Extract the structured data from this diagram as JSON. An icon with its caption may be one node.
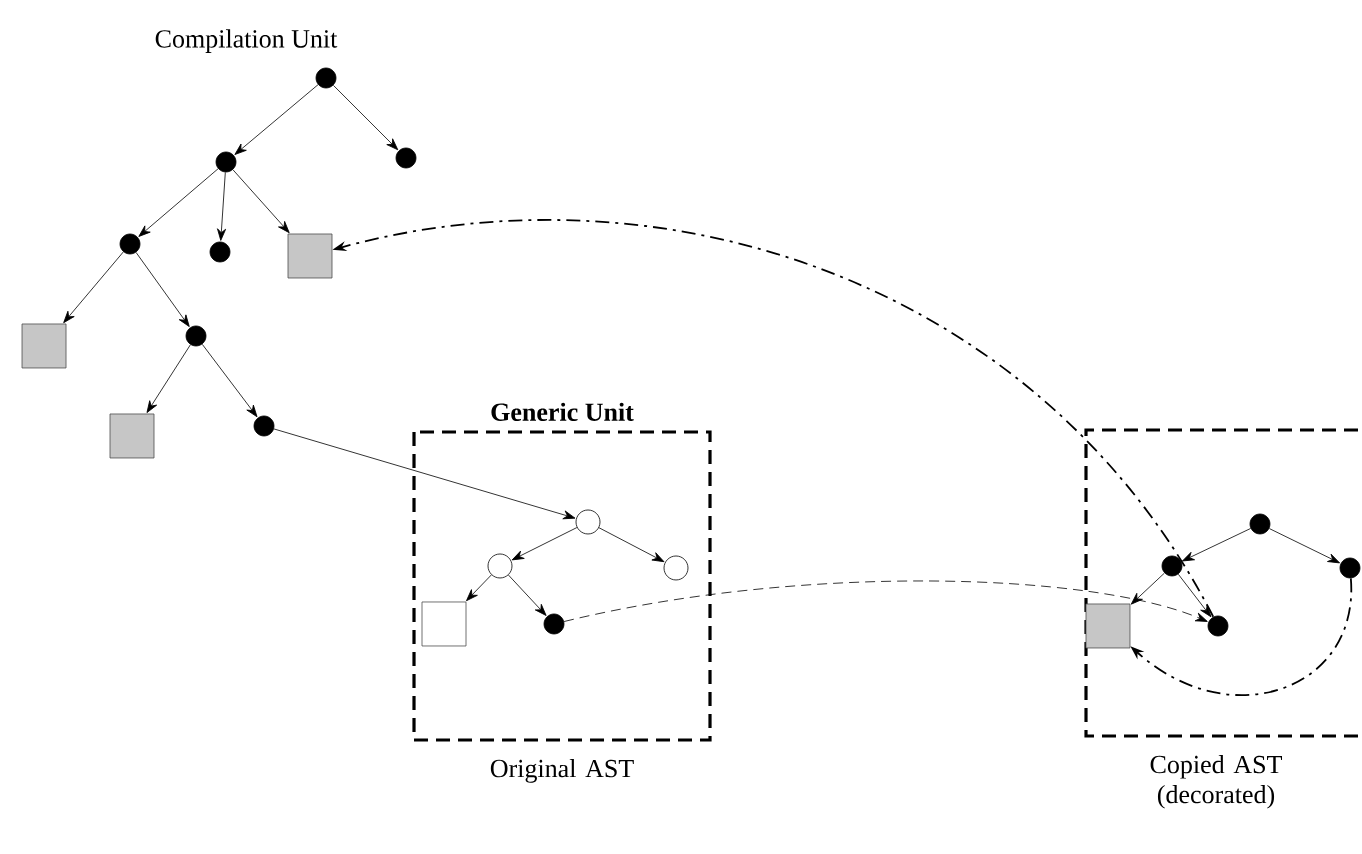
{
  "diagram": {
    "nodes": [
      {
        "text": [],
        "shape": "dot",
        "beside": [
          "Compilation Unit"
        ]
      },
      {
        "text": [],
        "shape": "dot"
      },
      {
        "text": [],
        "shape": "dot"
      },
      {
        "text": [],
        "shape": "dot"
      },
      {
        "text": [],
        "shape": "dot"
      },
      {
        "text": [],
        "shape": "box"
      },
      {
        "text": [],
        "shape": "box"
      },
      {
        "text": [],
        "shape": "dot"
      },
      {
        "text": [],
        "shape": "box"
      },
      {
        "text": [],
        "shape": "dot"
      },
      {
        "text": [
          "Generic Unit"
        ],
        "beside": [
          "Original AST"
        ]
      },
      {
        "text": [],
        "shape": "circle",
        "in": 10
      },
      {
        "text": [],
        "shape": "circle",
        "in": 10
      },
      {
        "text": [],
        "shape": "circle",
        "in": 10
      },
      {
        "text": [],
        "shape": "box",
        "in": 10
      },
      {
        "text": [],
        "shape": "dot",
        "in": 10
      },
      {
        "text": [],
        "shape": "box",
        "beside": [
          "Copied AST (decorated)"
        ]
      },
      {
        "text": [],
        "shape": "dot",
        "in": 16
      },
      {
        "text": [],
        "shape": "dot",
        "in": 16
      },
      {
        "text": [],
        "shape": "dot",
        "in": 16
      },
      {
        "text": [],
        "shape": "box",
        "in": 16
      },
      {
        "text": [],
        "shape": "dot",
        "in": 16
      }
    ],
    "edges": [
      {
        "from": 0,
        "to": 1,
        "arrow": "to"
      },
      {
        "from": 0,
        "to": 2,
        "arrow": "to"
      },
      {
        "from": 1,
        "to": 3,
        "arrow": "to"
      },
      {
        "from": 1,
        "to": 4,
        "arrow": "to"
      },
      {
        "from": 1,
        "to": 5,
        "arrow": "to"
      },
      {
        "from": 3,
        "to": 6,
        "arrow": "to"
      },
      {
        "from": 3,
        "to": 7,
        "arrow": "to"
      },
      {
        "from": 7,
        "to": 8,
        "arrow": "to"
      },
      {
        "from": 7,
        "to": 9,
        "arrow": "to"
      },
      {
        "from": 9,
        "to": 11,
        "arrow": "to"
      },
      {
        "from": 11,
        "to": 12,
        "arrow": "to"
      },
      {
        "from": 11,
        "to": 13,
        "arrow": "to"
      },
      {
        "from": 12,
        "to": 14,
        "arrow": "to"
      },
      {
        "from": 12,
        "to": 15,
        "arrow": "to"
      },
      {
        "from": 15,
        "to": 21,
        "arrow": "to",
        "style": "dashed"
      },
      {
        "from": 17,
        "to": 18,
        "arrow": "to"
      },
      {
        "from": 17,
        "to": 19,
        "arrow": "to"
      },
      {
        "from": 18,
        "to": 20,
        "arrow": "to"
      },
      {
        "from": 18,
        "to": 21,
        "arrow": "to"
      },
      {
        "from": 21,
        "to": 5,
        "arrow": "to",
        "style": "dashed"
      },
      {
        "from": 19,
        "to": 20,
        "arrow": "to",
        "style": "dashed"
      }
    ]
  }
}
